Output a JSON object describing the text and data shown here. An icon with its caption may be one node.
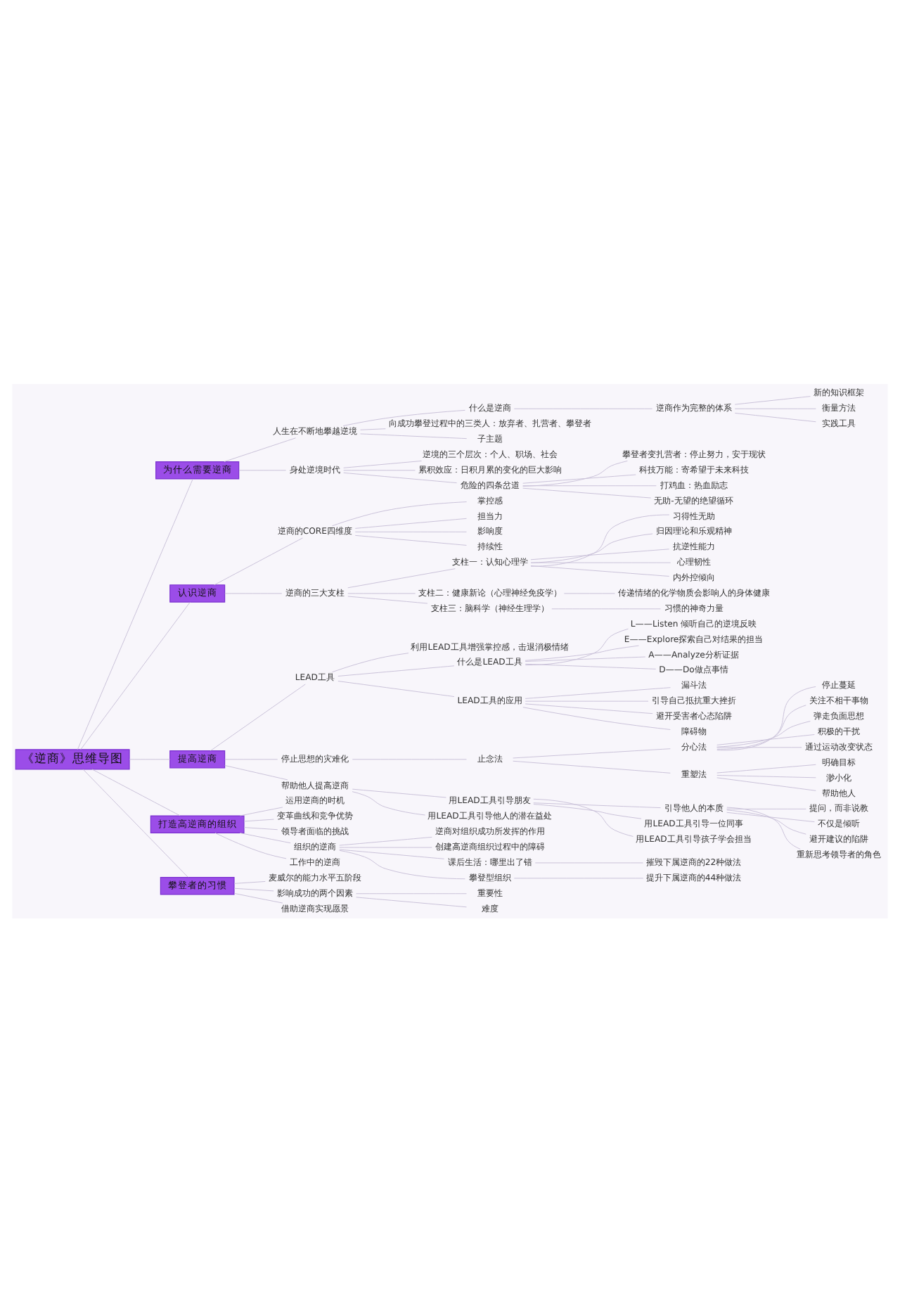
{
  "diagram": {
    "nodes": [
      {
        "text": [
          "《逆商》思维导图"
        ]
      },
      {
        "text": [
          "为什么需要逆商"
        ]
      },
      {
        "text": [
          "人生在不断地攀越逆境"
        ]
      },
      {
        "text": [
          "什么是逆商"
        ]
      },
      {
        "text": [
          "逆商作为完整的体系"
        ]
      },
      {
        "text": [
          "新的知识框架"
        ]
      },
      {
        "text": [
          "衡量方法"
        ]
      },
      {
        "text": [
          "实践工具"
        ]
      },
      {
        "text": [
          "向成功攀登过程中的三类人：放弃者、扎营者、攀登者"
        ]
      },
      {
        "text": [
          "子主题"
        ]
      },
      {
        "text": [
          "身处逆境时代"
        ]
      },
      {
        "text": [
          "逆境的三个层次：个人、职场、社会"
        ]
      },
      {
        "text": [
          "累积效应：日积月累的变化的巨大影响"
        ]
      },
      {
        "text": [
          "危险的四条岔道"
        ]
      },
      {
        "text": [
          "攀登者变扎营者：停止努力，安于现状"
        ]
      },
      {
        "text": [
          "科技万能：寄希望于未来科技"
        ]
      },
      {
        "text": [
          "打鸡血：热血励志"
        ]
      },
      {
        "text": [
          "无助-无望的绝望循环"
        ]
      },
      {
        "text": [
          "认识逆商"
        ]
      },
      {
        "text": [
          "逆商的CORE四维度"
        ]
      },
      {
        "text": [
          "掌控感"
        ]
      },
      {
        "text": [
          "担当力"
        ]
      },
      {
        "text": [
          "影响度"
        ]
      },
      {
        "text": [
          "持续性"
        ]
      },
      {
        "text": [
          "逆商的三大支柱"
        ]
      },
      {
        "text": [
          "支柱一：认知心理学"
        ]
      },
      {
        "text": [
          "习得性无助"
        ]
      },
      {
        "text": [
          "归因理论和乐观精神"
        ]
      },
      {
        "text": [
          "抗逆性能力"
        ]
      },
      {
        "text": [
          "心理韧性"
        ]
      },
      {
        "text": [
          "内外控倾向"
        ]
      },
      {
        "text": [
          "支柱二：健康新论（心理神经免疫学）"
        ]
      },
      {
        "text": [
          "传递情绪的化学物质会影响人的身体健康"
        ]
      },
      {
        "text": [
          "支柱三：脑科学（神经生理学）"
        ]
      },
      {
        "text": [
          "习惯的神奇力量"
        ]
      },
      {
        "text": [
          "提高逆商"
        ]
      },
      {
        "text": [
          "LEAD工具"
        ]
      },
      {
        "text": [
          "利用LEAD工具增强掌控感，击退消极情绪"
        ]
      },
      {
        "text": [
          "什么是LEAD工具"
        ]
      },
      {
        "text": [
          "L——Listen 倾听自己的逆境反映"
        ]
      },
      {
        "text": [
          "E——Explore探索自己对结果的担当"
        ]
      },
      {
        "text": [
          "A——Analyze分析证据"
        ]
      },
      {
        "text": [
          "D——Do做点事情"
        ]
      },
      {
        "text": [
          "LEAD工具的应用"
        ]
      },
      {
        "text": [
          "漏斗法"
        ]
      },
      {
        "text": [
          "引导自己抵抗重大挫折"
        ]
      },
      {
        "text": [
          "避开受害者心态陷阱"
        ]
      },
      {
        "text": [
          "障碍物"
        ]
      },
      {
        "text": [
          "停止思想的灾难化"
        ]
      },
      {
        "text": [
          "止念法"
        ]
      },
      {
        "text": [
          "分心法"
        ]
      },
      {
        "text": [
          "停止蔓延"
        ]
      },
      {
        "text": [
          "关注不相干事物"
        ]
      },
      {
        "text": [
          "弹走负面思想"
        ]
      },
      {
        "text": [
          "积极的干扰"
        ]
      },
      {
        "text": [
          "通过运动改变状态"
        ]
      },
      {
        "text": [
          "重塑法"
        ]
      },
      {
        "text": [
          "明确目标"
        ]
      },
      {
        "text": [
          "渺小化"
        ]
      },
      {
        "text": [
          "帮助他人"
        ]
      },
      {
        "text": [
          "帮助他人提高逆商"
        ]
      },
      {
        "text": [
          "用LEAD工具引导朋友"
        ]
      },
      {
        "text": [
          "引导他人的本质"
        ]
      },
      {
        "text": [
          "提问，而非说教"
        ]
      },
      {
        "text": [
          "不仅是倾听"
        ]
      },
      {
        "text": [
          "避开建议的陷阱"
        ]
      },
      {
        "text": [
          "重新思考领导者的角色"
        ]
      },
      {
        "text": [
          "用LEAD工具引导一位同事"
        ]
      },
      {
        "text": [
          "用LEAD工具引导孩子学会担当"
        ]
      },
      {
        "text": [
          "用LEAD工具引导他人的潜在益处"
        ]
      },
      {
        "text": [
          "打造高逆商的组织"
        ]
      },
      {
        "text": [
          "运用逆商的时机"
        ]
      },
      {
        "text": [
          "变革曲线和竞争优势"
        ]
      },
      {
        "text": [
          "领导者面临的挑战"
        ]
      },
      {
        "text": [
          "组织的逆商"
        ]
      },
      {
        "text": [
          "逆商对组织成功所发挥的作用"
        ]
      },
      {
        "text": [
          "创建高逆商组织过程中的障碍"
        ]
      },
      {
        "text": [
          "课后生活：哪里出了错"
        ]
      },
      {
        "text": [
          "摧毁下属逆商的22种做法"
        ]
      },
      {
        "text": [
          "攀登型组织"
        ]
      },
      {
        "text": [
          "提升下属逆商的44种做法"
        ]
      },
      {
        "text": [
          "工作中的逆商"
        ]
      },
      {
        "text": [
          "攀登者的习惯"
        ]
      },
      {
        "text": [
          "麦威尔的能力水平五阶段"
        ]
      },
      {
        "text": [
          "影响成功的两个因素"
        ]
      },
      {
        "text": [
          "重要性"
        ]
      },
      {
        "text": [
          "难度"
        ]
      },
      {
        "text": [
          "借助逆商实现愿景"
        ]
      }
    ],
    "edges": [
      {
        "from": 0,
        "to": 1,
        "arrow": "none"
      },
      {
        "from": 1,
        "to": 2,
        "arrow": "none"
      },
      {
        "from": 2,
        "to": 3,
        "arrow": "none"
      },
      {
        "from": 3,
        "to": 4,
        "arrow": "none"
      },
      {
        "from": 4,
        "to": 5,
        "arrow": "none"
      },
      {
        "from": 4,
        "to": 6,
        "arrow": "none"
      },
      {
        "from": 4,
        "to": 7,
        "arrow": "none"
      },
      {
        "from": 2,
        "to": 8,
        "arrow": "none"
      },
      {
        "from": 2,
        "to": 9,
        "arrow": "none"
      },
      {
        "from": 1,
        "to": 10,
        "arrow": "none"
      },
      {
        "from": 10,
        "to": 11,
        "arrow": "none"
      },
      {
        "from": 10,
        "to": 12,
        "arrow": "none"
      },
      {
        "from": 10,
        "to": 13,
        "arrow": "none"
      },
      {
        "from": 13,
        "to": 14,
        "arrow": "none"
      },
      {
        "from": 13,
        "to": 15,
        "arrow": "none"
      },
      {
        "from": 13,
        "to": 16,
        "arrow": "none"
      },
      {
        "from": 13,
        "to": 17,
        "arrow": "none"
      },
      {
        "from": 0,
        "to": 18,
        "arrow": "none"
      },
      {
        "from": 18,
        "to": 19,
        "arrow": "none"
      },
      {
        "from": 19,
        "to": 20,
        "arrow": "none"
      },
      {
        "from": 19,
        "to": 21,
        "arrow": "none"
      },
      {
        "from": 19,
        "to": 22,
        "arrow": "none"
      },
      {
        "from": 19,
        "to": 23,
        "arrow": "none"
      },
      {
        "from": 18,
        "to": 24,
        "arrow": "none"
      },
      {
        "from": 24,
        "to": 25,
        "arrow": "none"
      },
      {
        "from": 25,
        "to": 26,
        "arrow": "none"
      },
      {
        "from": 25,
        "to": 27,
        "arrow": "none"
      },
      {
        "from": 25,
        "to": 28,
        "arrow": "none"
      },
      {
        "from": 25,
        "to": 29,
        "arrow": "none"
      },
      {
        "from": 25,
        "to": 30,
        "arrow": "none"
      },
      {
        "from": 24,
        "to": 31,
        "arrow": "none"
      },
      {
        "from": 31,
        "to": 32,
        "arrow": "none"
      },
      {
        "from": 24,
        "to": 33,
        "arrow": "none"
      },
      {
        "from": 33,
        "to": 34,
        "arrow": "none"
      },
      {
        "from": 0,
        "to": 35,
        "arrow": "none"
      },
      {
        "from": 35,
        "to": 36,
        "arrow": "none"
      },
      {
        "from": 36,
        "to": 37,
        "arrow": "none"
      },
      {
        "from": 36,
        "to": 38,
        "arrow": "none"
      },
      {
        "from": 38,
        "to": 39,
        "arrow": "none"
      },
      {
        "from": 38,
        "to": 40,
        "arrow": "none"
      },
      {
        "from": 38,
        "to": 41,
        "arrow": "none"
      },
      {
        "from": 38,
        "to": 42,
        "arrow": "none"
      },
      {
        "from": 36,
        "to": 43,
        "arrow": "none"
      },
      {
        "from": 43,
        "to": 44,
        "arrow": "none"
      },
      {
        "from": 43,
        "to": 45,
        "arrow": "none"
      },
      {
        "from": 43,
        "to": 46,
        "arrow": "none"
      },
      {
        "from": 43,
        "to": 47,
        "arrow": "none"
      },
      {
        "from": 35,
        "to": 48,
        "arrow": "none"
      },
      {
        "from": 48,
        "to": 49,
        "arrow": "none"
      },
      {
        "from": 49,
        "to": 50,
        "arrow": "none"
      },
      {
        "from": 50,
        "to": 51,
        "arrow": "none"
      },
      {
        "from": 50,
        "to": 52,
        "arrow": "none"
      },
      {
        "from": 50,
        "to": 53,
        "arrow": "none"
      },
      {
        "from": 50,
        "to": 54,
        "arrow": "none"
      },
      {
        "from": 50,
        "to": 55,
        "arrow": "none"
      },
      {
        "from": 49,
        "to": 56,
        "arrow": "none"
      },
      {
        "from": 56,
        "to": 57,
        "arrow": "none"
      },
      {
        "from": 56,
        "to": 58,
        "arrow": "none"
      },
      {
        "from": 56,
        "to": 59,
        "arrow": "none"
      },
      {
        "from": 35,
        "to": 60,
        "arrow": "none"
      },
      {
        "from": 60,
        "to": 61,
        "arrow": "none"
      },
      {
        "from": 61,
        "to": 62,
        "arrow": "none"
      },
      {
        "from": 62,
        "to": 63,
        "arrow": "none"
      },
      {
        "from": 62,
        "to": 64,
        "arrow": "none"
      },
      {
        "from": 62,
        "to": 65,
        "arrow": "none"
      },
      {
        "from": 62,
        "to": 66,
        "arrow": "none"
      },
      {
        "from": 61,
        "to": 67,
        "arrow": "none"
      },
      {
        "from": 61,
        "to": 68,
        "arrow": "none"
      },
      {
        "from": 60,
        "to": 69,
        "arrow": "none"
      },
      {
        "from": 0,
        "to": 70,
        "arrow": "none"
      },
      {
        "from": 70,
        "to": 71,
        "arrow": "none"
      },
      {
        "from": 70,
        "to": 72,
        "arrow": "none"
      },
      {
        "from": 70,
        "to": 73,
        "arrow": "none"
      },
      {
        "from": 70,
        "to": 74,
        "arrow": "none"
      },
      {
        "from": 74,
        "to": 75,
        "arrow": "none"
      },
      {
        "from": 74,
        "to": 76,
        "arrow": "none"
      },
      {
        "from": 74,
        "to": 77,
        "arrow": "none"
      },
      {
        "from": 77,
        "to": 78,
        "arrow": "none"
      },
      {
        "from": 74,
        "to": 79,
        "arrow": "none"
      },
      {
        "from": 79,
        "to": 80,
        "arrow": "none"
      },
      {
        "from": 70,
        "to": 81,
        "arrow": "none"
      },
      {
        "from": 0,
        "to": 82,
        "arrow": "none"
      },
      {
        "from": 82,
        "to": 83,
        "arrow": "none"
      },
      {
        "from": 82,
        "to": 84,
        "arrow": "none"
      },
      {
        "from": 84,
        "to": 85,
        "arrow": "none"
      },
      {
        "from": 84,
        "to": 86,
        "arrow": "none"
      },
      {
        "from": 82,
        "to": 87,
        "arrow": "none"
      }
    ]
  }
}
